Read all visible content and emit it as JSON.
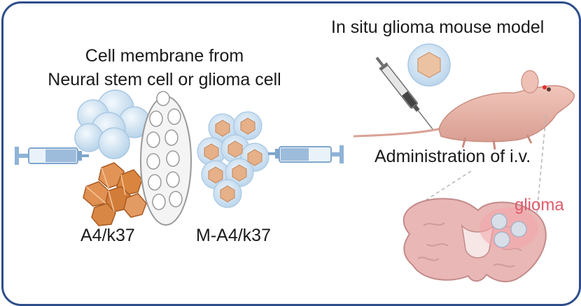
{
  "left_panel": {
    "title_line1": "Cell membrane  from",
    "title_line2": "Neural stem cell or glioma cell",
    "label_nanoparticle": "A4/k37",
    "label_coated": "M-A4/k37"
  },
  "right_panel": {
    "title": "In situ glioma mouse model",
    "administration": "Administration of i.v.",
    "tumor_label": "glioma"
  },
  "colors": {
    "frame": "#2d4e8a",
    "membrane_blue": "#cfe3f3",
    "nanoparticle_orange": "#d98a4a",
    "mouse_pink": "#e8b4a8",
    "brain_pink": "#e6b0b0",
    "glioma_red": "#e05a6a"
  },
  "icons": [
    "syringe-icon",
    "membrane-vesicle-icon",
    "extruder-icon",
    "nanoparticle-icon",
    "coated-nanoparticle-icon",
    "mouse-icon",
    "brain-section-icon"
  ]
}
